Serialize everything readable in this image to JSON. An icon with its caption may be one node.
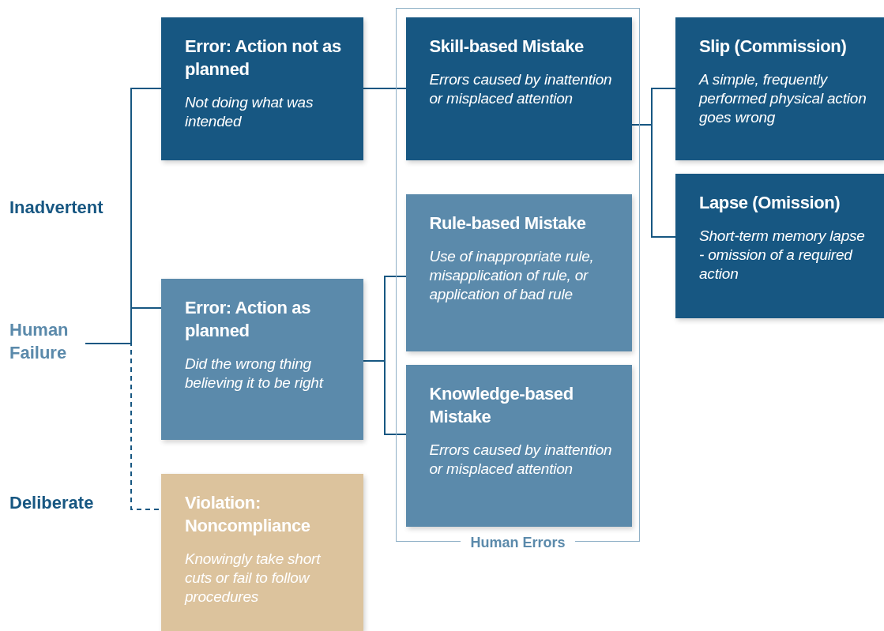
{
  "diagram": {
    "nodes": [
      {
        "text": [
          "Human Failure"
        ]
      },
      {
        "text": [
          "Error: Action not as planned",
          "Not doing what was intended"
        ]
      },
      {
        "text": [
          "Error: Action as planned",
          "Did the wrong thing believing it to be right"
        ]
      },
      {
        "text": [
          "Violation: Noncompliance",
          "Knowingly take short cuts or fail to follow procedures"
        ]
      },
      {
        "text": [
          "Human Errors"
        ]
      },
      {
        "text": [
          "Skill-based Mistake",
          "Errors caused by inattention or misplaced attention"
        ],
        "in": 4
      },
      {
        "text": [
          "Rule-based Mistake",
          "Use of inappropriate rule, misapplication of rule, or application of bad rule"
        ],
        "in": 4
      },
      {
        "text": [
          "Knowledge-based Mistake",
          "Errors caused by inattention or misplaced attention"
        ],
        "in": 4
      },
      {
        "text": [
          "Slip (Commission)",
          "A simple, frequently performed physical action goes wrong"
        ]
      },
      {
        "text": [
          "Lapse (Omission)",
          "Short-term memory lapse - omission of a required action"
        ]
      }
    ],
    "edges": [
      {
        "from": 0,
        "to": 1,
        "arrow": "none"
      },
      {
        "from": 0,
        "to": 2,
        "arrow": "none"
      },
      {
        "from": 0,
        "to": 3,
        "arrow": "none",
        "style": "dashed"
      },
      {
        "from": 1,
        "to": 5,
        "arrow": "none"
      },
      {
        "from": 2,
        "to": 6,
        "arrow": "none"
      },
      {
        "from": 2,
        "to": 7,
        "arrow": "none"
      },
      {
        "from": 5,
        "to": 8,
        "arrow": "none"
      },
      {
        "from": 5,
        "to": 9,
        "arrow": "none"
      }
    ],
    "labels": [
      "Inadvertent",
      "Deliberate"
    ]
  }
}
